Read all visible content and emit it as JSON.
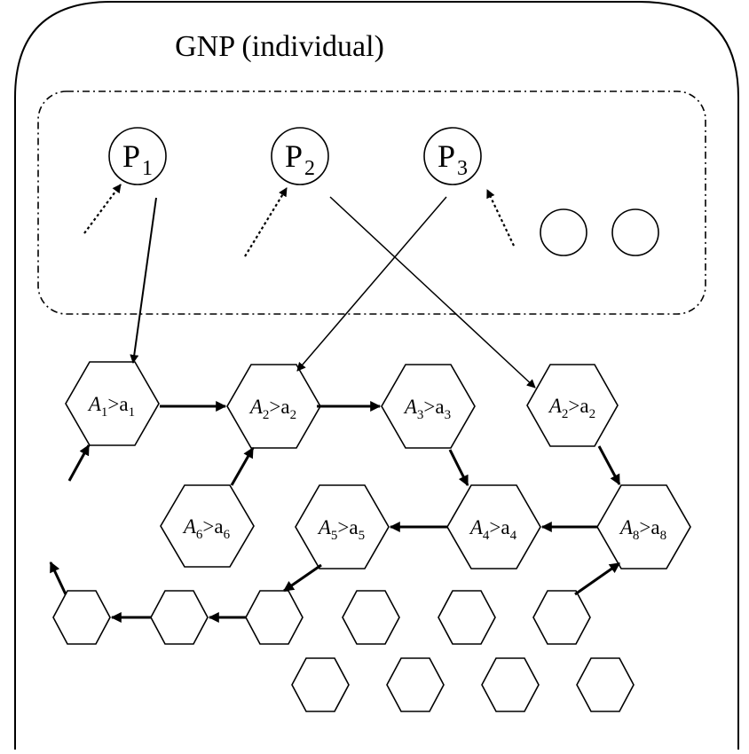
{
  "title": "GNP (individual)",
  "processing_nodes": [
    {
      "base": "P",
      "sub": "1"
    },
    {
      "base": "P",
      "sub": "2"
    },
    {
      "base": "P",
      "sub": "3"
    }
  ],
  "judgment_nodes": [
    {
      "var": "A",
      "sub": "1",
      "op": ">",
      "thr": "a",
      "thr_sub": "1"
    },
    {
      "var": "A",
      "sub": "2",
      "op": ">",
      "thr": "a",
      "thr_sub": "2"
    },
    {
      "var": "A",
      "sub": "3",
      "op": ">",
      "thr": "a",
      "thr_sub": "3"
    },
    {
      "var": "A",
      "sub": "2",
      "op": ">",
      "thr": "a",
      "thr_sub": "2"
    },
    {
      "var": "A",
      "sub": "6",
      "op": ">",
      "thr": "a",
      "thr_sub": "6"
    },
    {
      "var": "A",
      "sub": "5",
      "op": ">",
      "thr": "a",
      "thr_sub": "5"
    },
    {
      "var": "A",
      "sub": "4",
      "op": ">",
      "thr": "a",
      "thr_sub": "4"
    },
    {
      "var": "A",
      "sub": "8",
      "op": ">",
      "thr": "a",
      "thr_sub": "8"
    }
  ]
}
